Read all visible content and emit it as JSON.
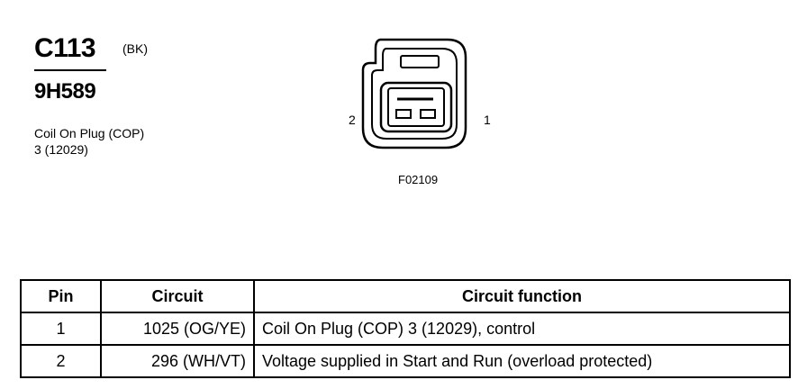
{
  "connector": {
    "id": "C113",
    "color": "(BK)",
    "part_number": "9H589",
    "description_line1": "Coil On Plug (COP)",
    "description_line2": "3 (12029)"
  },
  "diagram": {
    "pin_left_label": "2",
    "pin_right_label": "1",
    "figure_id": "F02109"
  },
  "table": {
    "headers": [
      "Pin",
      "Circuit",
      "Circuit function"
    ],
    "rows": [
      {
        "pin": "1",
        "circuit": "1025 (OG/YE)",
        "function": "Coil On Plug (COP) 3 (12029), control"
      },
      {
        "pin": "2",
        "circuit": "296 (WH/VT)",
        "function": "Voltage supplied in Start and Run (overload protected)"
      }
    ]
  }
}
